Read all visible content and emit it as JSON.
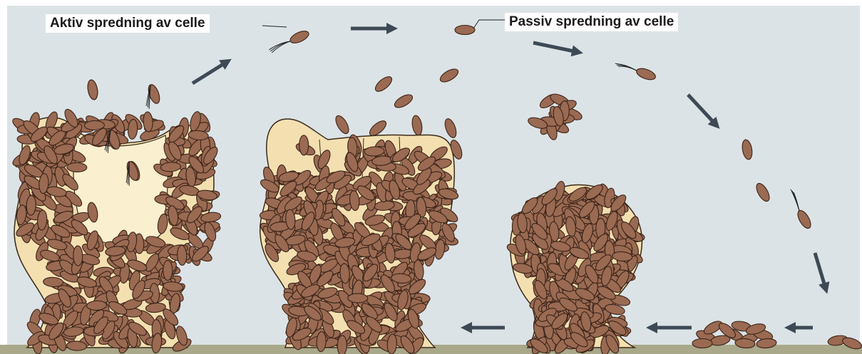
{
  "labels": {
    "active_dispersal": "Aktiv spredning av celle",
    "passive_dispersal": "Passiv spredning av celle"
  },
  "colors": {
    "background": "#dce3e6",
    "substrate": "#a9a88a",
    "matrix": "#f3dfb0",
    "matrix_outline": "#3a2a1a",
    "cavity": "#faefcf",
    "cell_fill": "#9a6a52",
    "cell_outline": "#3a2318",
    "arrow": "#3d4a55"
  },
  "icons": [
    "bacterium-cell",
    "flagellated-bacterium",
    "process-arrow",
    "biofilm-colony",
    "cell-cluster"
  ]
}
